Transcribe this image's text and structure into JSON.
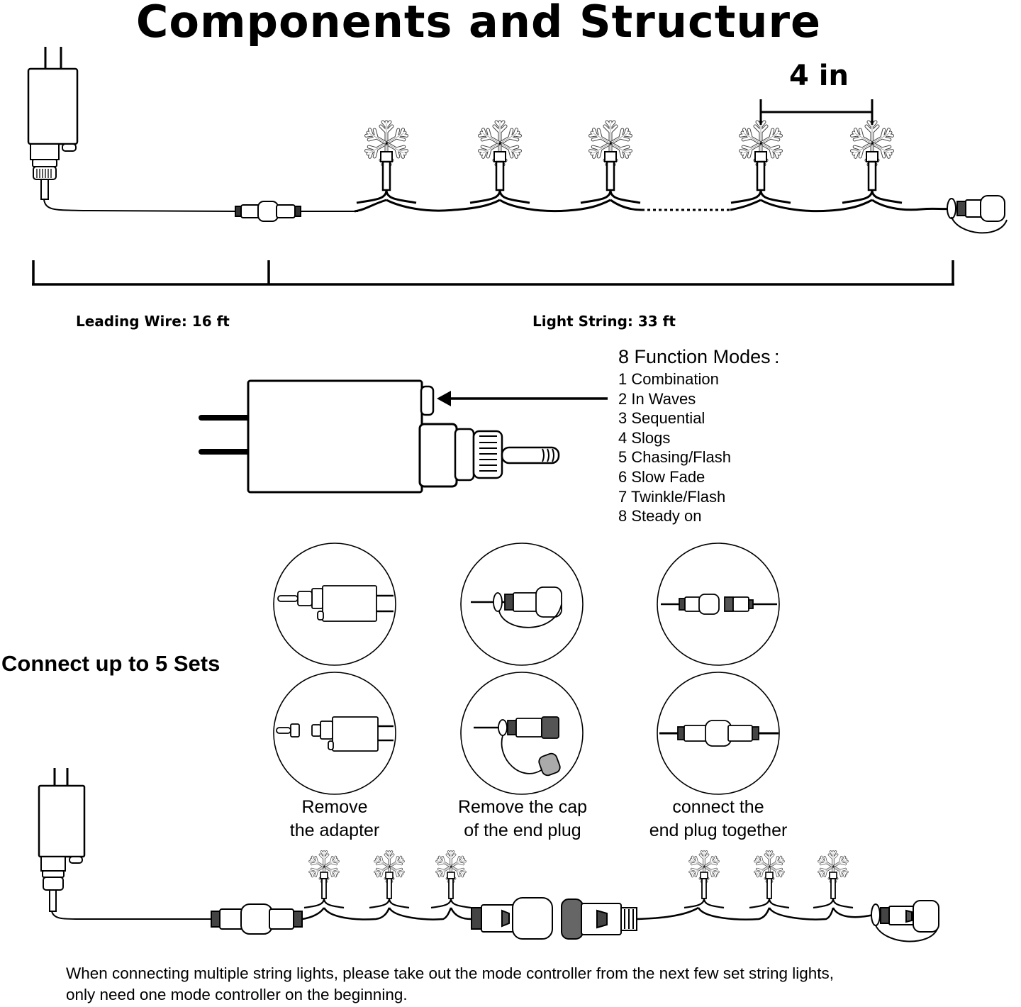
{
  "title": "Components and Structure",
  "spacing": {
    "label": "4 in"
  },
  "dimensions": {
    "leading_wire": "Leading Wire: 16 ft",
    "light_string": "Light String: 33 ft"
  },
  "controller": {
    "heading": "8 Function Modes :",
    "modes": [
      "1 Combination",
      "2 In Waves",
      "3 Sequential",
      "4 Slogs",
      "5 Chasing/Flash",
      "6 Slow Fade",
      "7 Twinkle/Flash",
      "8 Steady on"
    ]
  },
  "connect": {
    "title": "Connect up to 5 Sets",
    "steps": [
      {
        "line1": "Remove",
        "line2": "the adapter"
      },
      {
        "line1": "Remove the cap",
        "line2": "of the end plug"
      },
      {
        "line1": "connect the",
        "line2": "end plug together"
      }
    ]
  },
  "note": {
    "line1": "When connecting multiple string lights, please take out the mode controller from the next few set string lights,",
    "line2": "only need one mode controller on the beginning."
  },
  "colors": {
    "ink": "#000000",
    "background": "#ffffff",
    "bulb_outline": "#555555"
  }
}
